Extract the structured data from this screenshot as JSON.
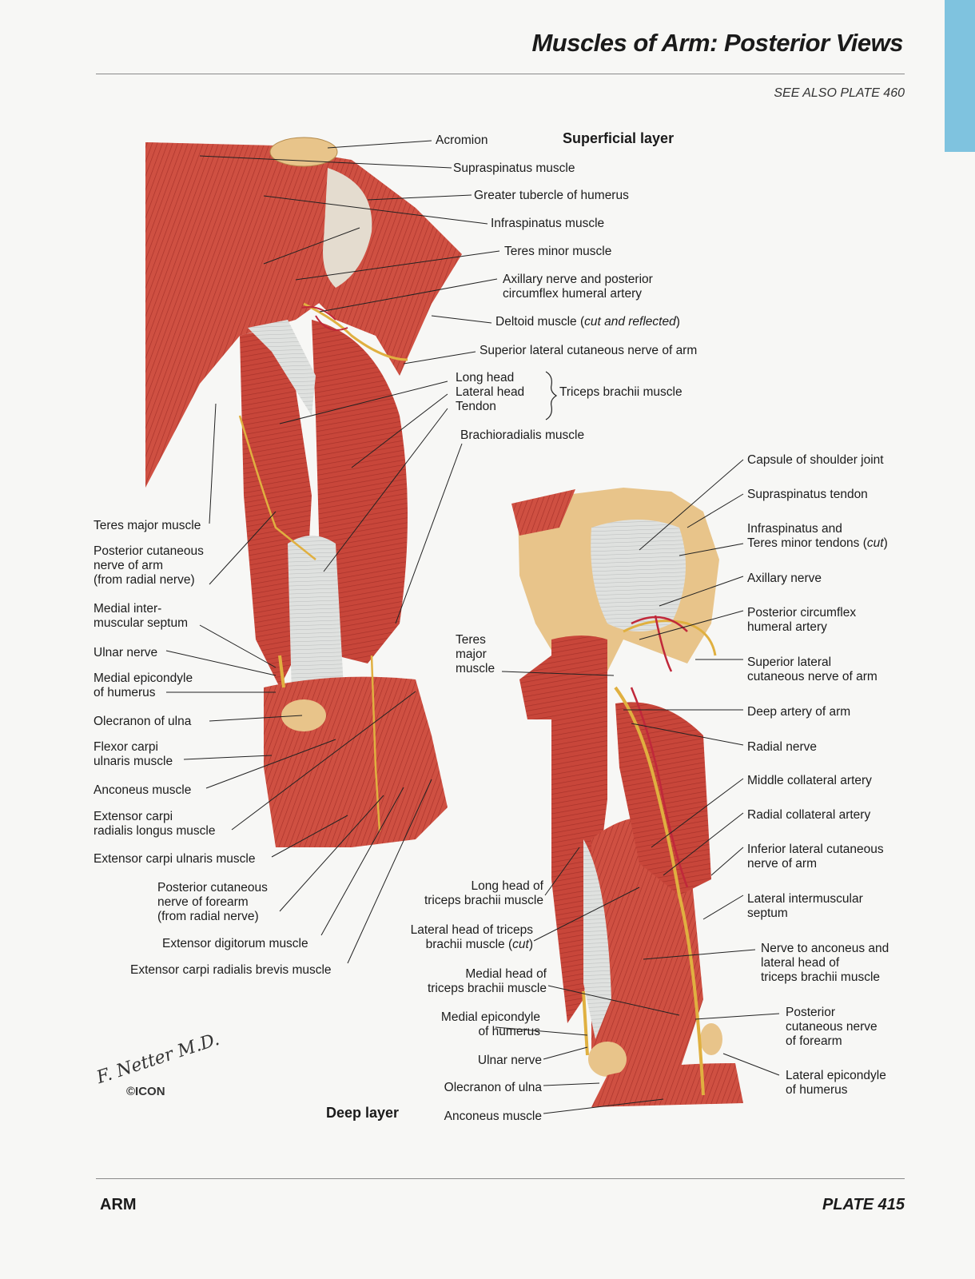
{
  "header": {
    "title": "Muscles of Arm: Posterior Views",
    "see_also": "SEE ALSO PLATE 460"
  },
  "layers": {
    "superficial": "Superficial layer",
    "deep": "Deep layer"
  },
  "superficial_labels": {
    "acromion": "Acromion",
    "supraspinatus": "Supraspinatus muscle",
    "greater_tubercle": "Greater tubercle of humerus",
    "infraspinatus": "Infraspinatus muscle",
    "teres_minor": "Teres minor muscle",
    "axillary_nerve": "Axillary nerve and posterior\ncircumflex humeral artery",
    "deltoid_name": "Deltoid muscle (",
    "deltoid_note": "cut and reflected",
    "deltoid_close": ")",
    "superior_lateral": "Superior lateral cutaneous nerve of arm",
    "triceps_heads": "Long head\nLateral head\nTendon",
    "triceps_group": "Triceps brachii muscle",
    "brachioradialis": "Brachioradialis muscle",
    "teres_major": "Teres major muscle",
    "posterior_cutaneous_arm": "Posterior cutaneous\nnerve of arm\n(from radial nerve)",
    "medial_intermuscular": "Medial inter-\nmuscular septum",
    "ulnar_nerve": "Ulnar nerve",
    "medial_epicondyle": "Medial epicondyle\nof humerus",
    "olecranon": "Olecranon of ulna",
    "flexor_carpi_ulnaris": "Flexor carpi\nulnaris muscle",
    "anconeus": "Anconeus muscle",
    "ecrl": "Extensor carpi\nradialis longus muscle",
    "ecu": "Extensor carpi ulnaris muscle",
    "posterior_cutaneous_forearm": "Posterior cutaneous\nnerve of forearm\n(from radial nerve)",
    "extensor_digitorum": "Extensor digitorum muscle",
    "ecrb": "Extensor carpi radialis brevis muscle"
  },
  "deep_labels": {
    "capsule": "Capsule of shoulder joint",
    "supraspinatus_tendon": "Supraspinatus tendon",
    "infra_teres_name": "Infraspinatus and\nTeres minor tendons (",
    "infra_teres_note": "cut",
    "infra_teres_close": ")",
    "axillary_nerve": "Axillary nerve",
    "posterior_circumflex": "Posterior circumflex\nhumeral artery",
    "superior_lateral": "Superior lateral\ncutaneous nerve of arm",
    "deep_artery": "Deep artery of arm",
    "radial_nerve": "Radial nerve",
    "middle_collateral": "Middle collateral artery",
    "radial_collateral": "Radial collateral artery",
    "inferior_lateral": "Inferior lateral cutaneous\nnerve of arm",
    "lateral_intermuscular": "Lateral intermuscular\nseptum",
    "nerve_to_anconeus": "Nerve to anconeus and\nlateral head of\ntriceps brachii muscle",
    "posterior_cutaneous_forearm": "Posterior\ncutaneous nerve\nof forearm",
    "lateral_epicondyle": "Lateral epicondyle\nof humerus",
    "teres_major": "Teres\nmajor\nmuscle",
    "long_head": "Long head of\ntriceps brachii muscle",
    "lateral_head_name": "Lateral head of triceps\nbrachii muscle (",
    "lateral_head_note": "cut",
    "lateral_head_close": ")",
    "medial_head": "Medial head of\ntriceps brachii muscle",
    "medial_epicondyle": "Medial epicondyle\nof humerus",
    "ulnar_nerve": "Ulnar nerve",
    "olecranon": "Olecranon of ulna",
    "anconeus": "Anconeus muscle"
  },
  "footer": {
    "section": "ARM",
    "plate": "PLATE 415"
  },
  "logo": {
    "signature": "F. Netter M.D.",
    "publisher": "©ICON"
  },
  "colors": {
    "muscle": "#c8463a",
    "muscle_dark": "#9e2a22",
    "tendon": "#d9dcd9",
    "bone": "#e8c48a",
    "nerve": "#e0b040",
    "artery": "#c0283a",
    "side_tab": "#7fc3df"
  }
}
